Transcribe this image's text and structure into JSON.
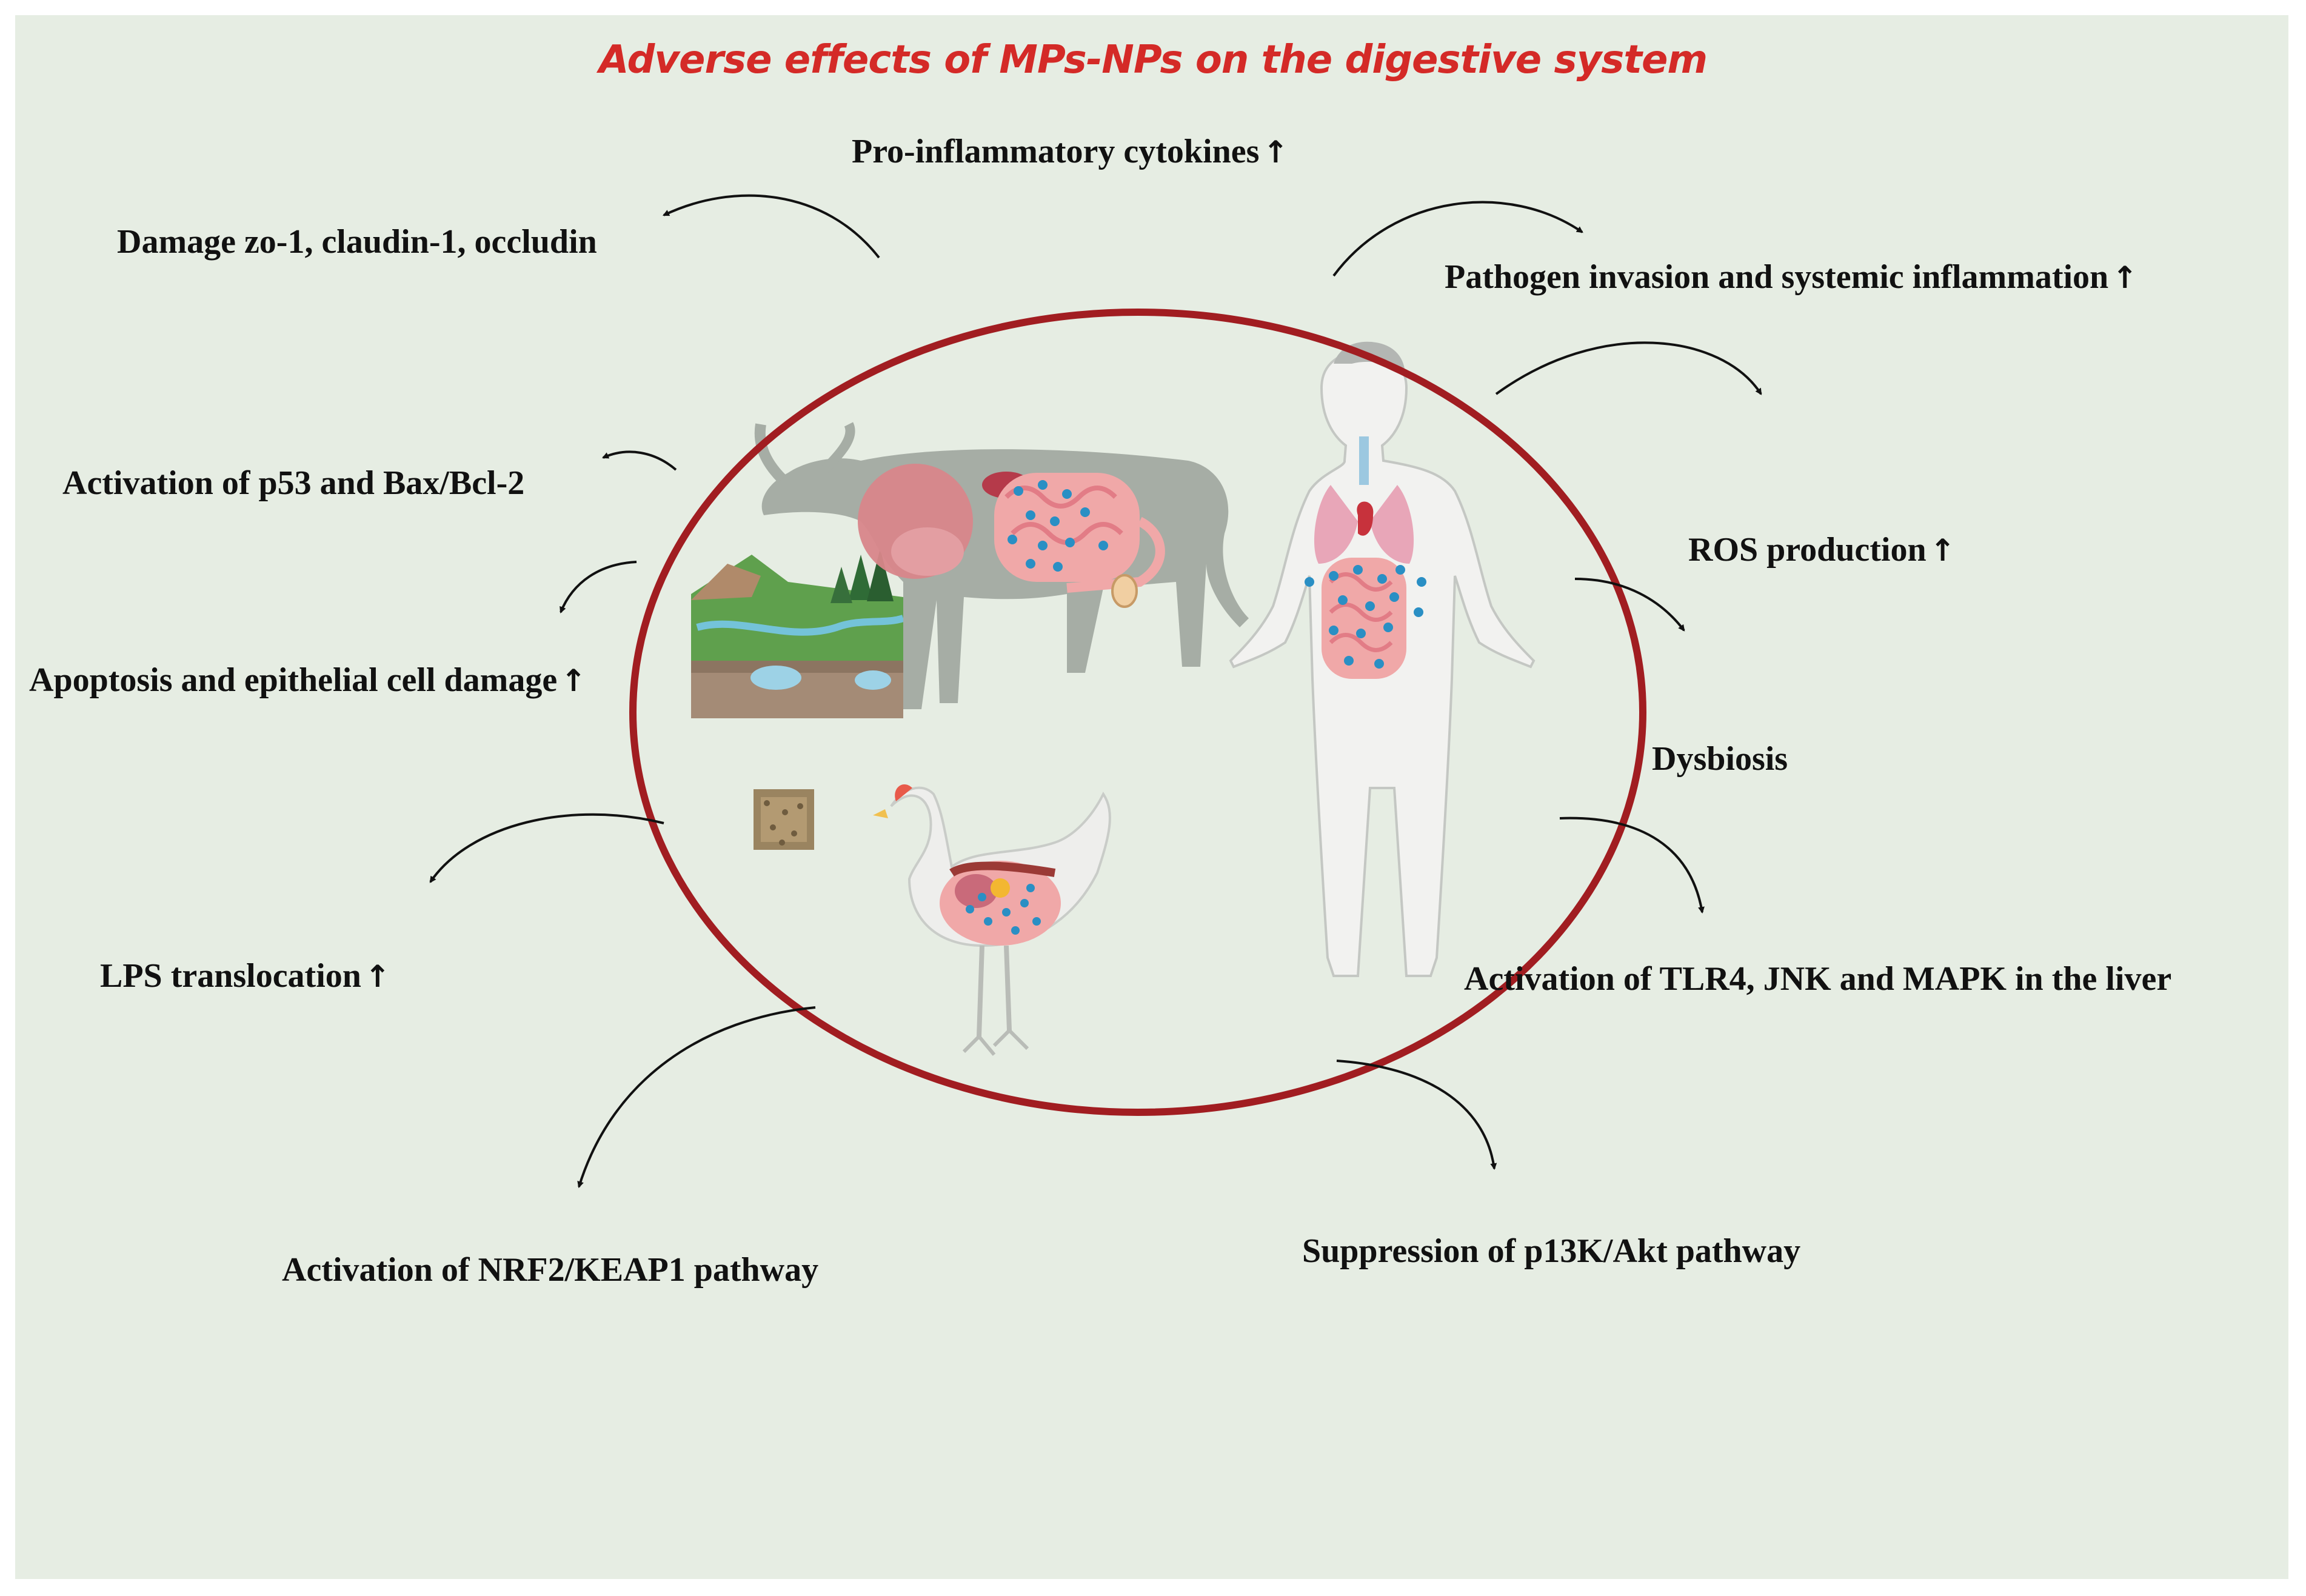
{
  "title": "Adverse effects of MPs-NPs on the digestive system",
  "colors": {
    "background": "#e6ede3",
    "title": "#d42a27",
    "circle": "#a11d21",
    "text": "#111111",
    "particle": "#2a8fc4",
    "organ_pink": "#f0a8a8",
    "body_gray": "#a4aba4",
    "skin_light": "#f2f2f0"
  },
  "up_arrow_glyph": "↑",
  "labels": {
    "pro_inflammatory": "Pro-inflammatory cytokines",
    "damage_tight_junctions": "Damage zo-1, claudin-1, occludin",
    "pathogen_invasion": "Pathogen invasion and systemic inflammation",
    "p53_activation": "Activation of p53 and Bax/Bcl-2",
    "ros_production": "ROS production",
    "apoptosis": "Apoptosis and epithelial cell damage",
    "dysbiosis": "Dysbiosis",
    "lps_translocation": "LPS translocation",
    "tlr4_activation": "Activation of TLR4, JNK and MAPK in the liver",
    "nrf2_activation": "Activation of NRF2/KEAP1 pathway",
    "pi3k_suppression": "Suppression of p13K/Akt pathway"
  },
  "icons": [
    "cow-organs-icon",
    "landscape-icon",
    "human-body-organs-icon",
    "chicken-organs-icon",
    "feed-grain-icon"
  ]
}
